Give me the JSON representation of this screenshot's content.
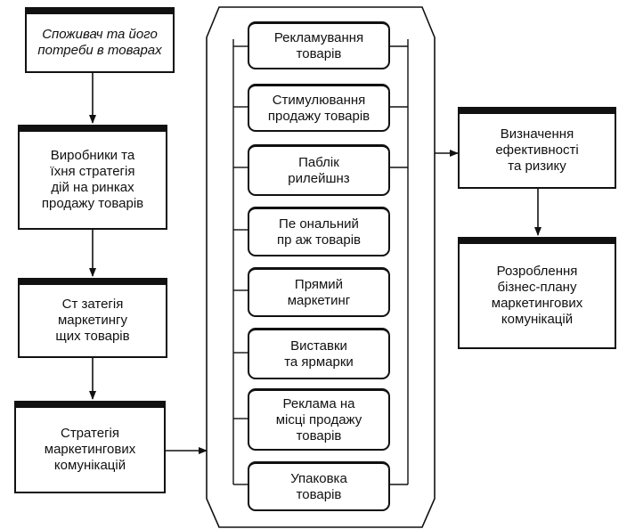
{
  "diagram": {
    "left_boxes": [
      "Споживач та його\nпотреби в товарах",
      "Виробники та\nїхня стратегія\nдій на ринках\nпродажу товарів",
      "Ст затегія\nмаркетингу\nщих товарів",
      "Стратегія\nмаркетингових\nкомунікацій"
    ],
    "center_boxes": [
      "Рекламування\nтоварів",
      "Стимулювання\nпродажу товарів",
      "Паблік\nрилейшнз",
      "Пе  ональний\nпр  аж товарів",
      "Прямий\nмаркетинг",
      "Виставки\nта ярмарки",
      "Реклама на\nмісці продажу\nтоварів",
      "Упаковка\nтоварів"
    ],
    "right_boxes": [
      "Визначення\nефективності\nта ризику",
      "Розроблення\nбізнес-плану\nмаркетингових\nкомунікацій"
    ]
  }
}
